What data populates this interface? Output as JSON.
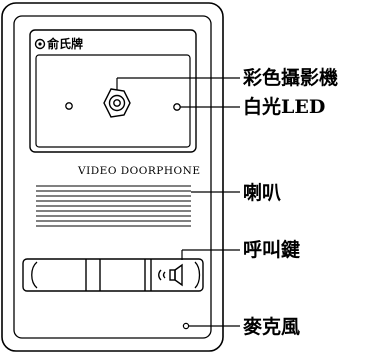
{
  "device": {
    "brand": "俞氏牌",
    "model_label": "VIDEO  DOORPHONE"
  },
  "callouts": {
    "camera": "彩色攝影機",
    "led": "白光LED",
    "speaker": "喇叭",
    "call_button": "呼叫鍵",
    "microphone": "麥克風"
  },
  "icons": {
    "brand_logo": "brand-logo-icon",
    "speaker_button": "speaker-icon"
  },
  "colors": {
    "stroke": "#000000",
    "background": "#ffffff"
  }
}
